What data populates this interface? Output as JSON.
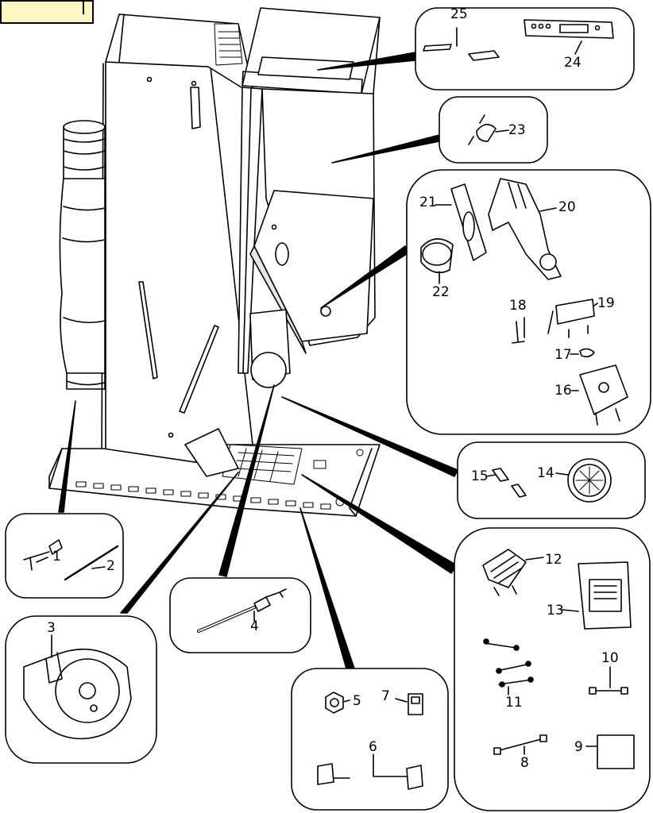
{
  "callouts": [
    {
      "id": "c1",
      "label": "1"
    },
    {
      "id": "c2",
      "label": "2"
    },
    {
      "id": "c3",
      "label": "3"
    },
    {
      "id": "c4",
      "label": "4"
    },
    {
      "id": "c5",
      "label": "5"
    },
    {
      "id": "c6",
      "label": "6"
    },
    {
      "id": "c7",
      "label": "7"
    },
    {
      "id": "c8",
      "label": "8"
    },
    {
      "id": "c9",
      "label": "9"
    },
    {
      "id": "c10",
      "label": "10"
    },
    {
      "id": "c11",
      "label": "11"
    },
    {
      "id": "c12",
      "label": "12"
    },
    {
      "id": "c13",
      "label": "13"
    },
    {
      "id": "c14",
      "label": "14"
    },
    {
      "id": "c15",
      "label": "15"
    },
    {
      "id": "c16",
      "label": "16"
    },
    {
      "id": "c17",
      "label": "17"
    },
    {
      "id": "c18",
      "label": "18"
    },
    {
      "id": "c19",
      "label": "19"
    },
    {
      "id": "c20",
      "label": "20"
    },
    {
      "id": "c21",
      "label": "21"
    },
    {
      "id": "c22",
      "label": "22"
    },
    {
      "id": "c23",
      "label": "23"
    },
    {
      "id": "c24",
      "label": "24"
    },
    {
      "id": "c25",
      "label": "25"
    }
  ],
  "colors": {
    "tag_fill": "#fff8c4",
    "line": "#000000",
    "shade": "#e6e6e6"
  }
}
